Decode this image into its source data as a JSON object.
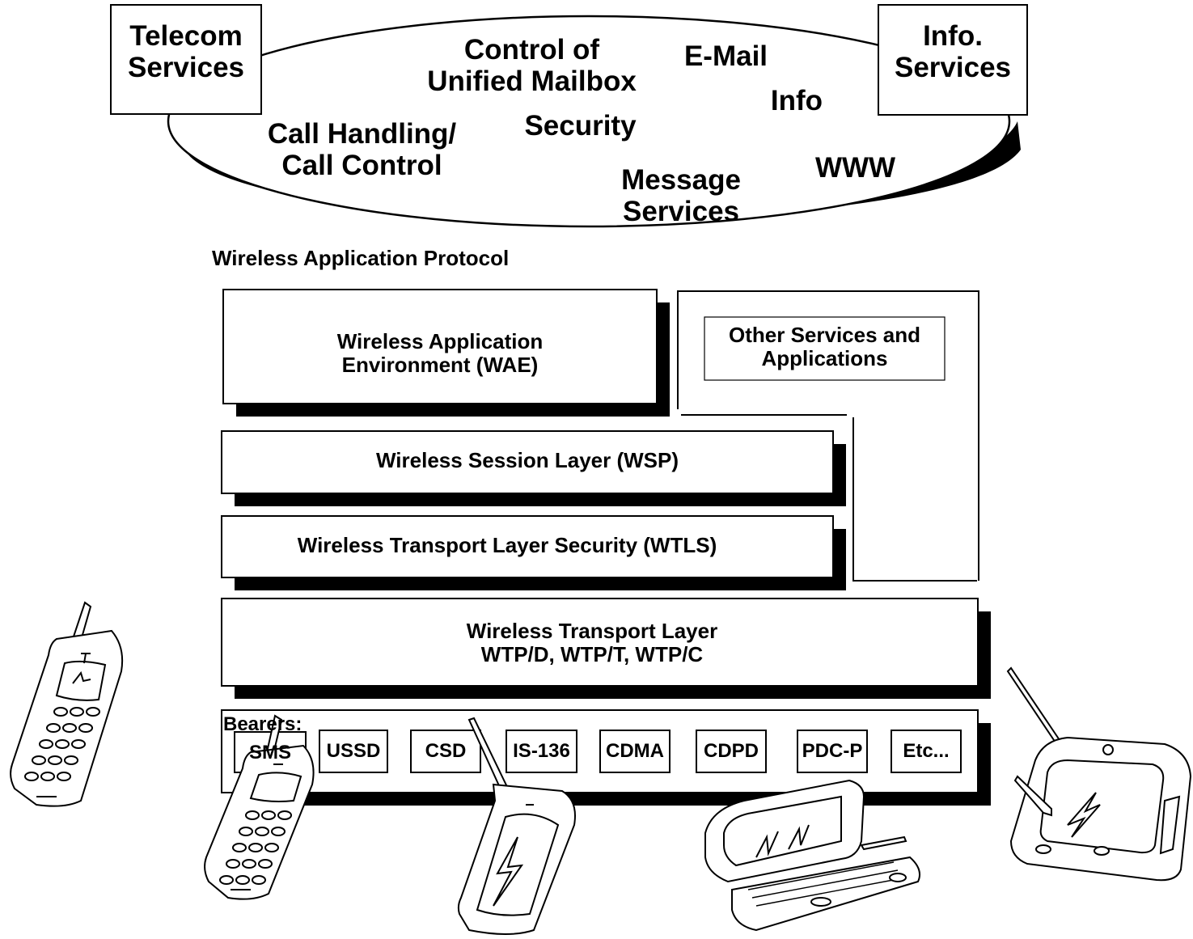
{
  "top": {
    "telecom": "Telecom\nServices",
    "info_services": "Info.\nServices",
    "items": {
      "control_mailbox": "Control of\nUnified Mailbox",
      "email": "E-Mail",
      "info": "Info",
      "security": "Security",
      "call_handling": "Call Handling/\nCall Control",
      "www": "WWW",
      "message_services": "Message\nServices"
    }
  },
  "stack": {
    "title": "Wireless Application Protocol",
    "wae": "Wireless Application\nEnvironment (WAE)",
    "other": "Other Services and\nApplications",
    "wsp": "Wireless Session Layer (WSP)",
    "wtls": "Wireless Transport Layer Security (WTLS)",
    "wtp": "Wireless Transport Layer\nWTP/D, WTP/T, WTP/C",
    "bearers_label": "Bearers:",
    "bearers": [
      "SMS",
      "USSD",
      "CSD",
      "IS-136",
      "CDMA",
      "CDPD",
      "PDC-P",
      "Etc..."
    ]
  },
  "devices": [
    "mobile-phone",
    "mobile-phone",
    "smartphone",
    "laptop-computer",
    "pda-tablet"
  ]
}
